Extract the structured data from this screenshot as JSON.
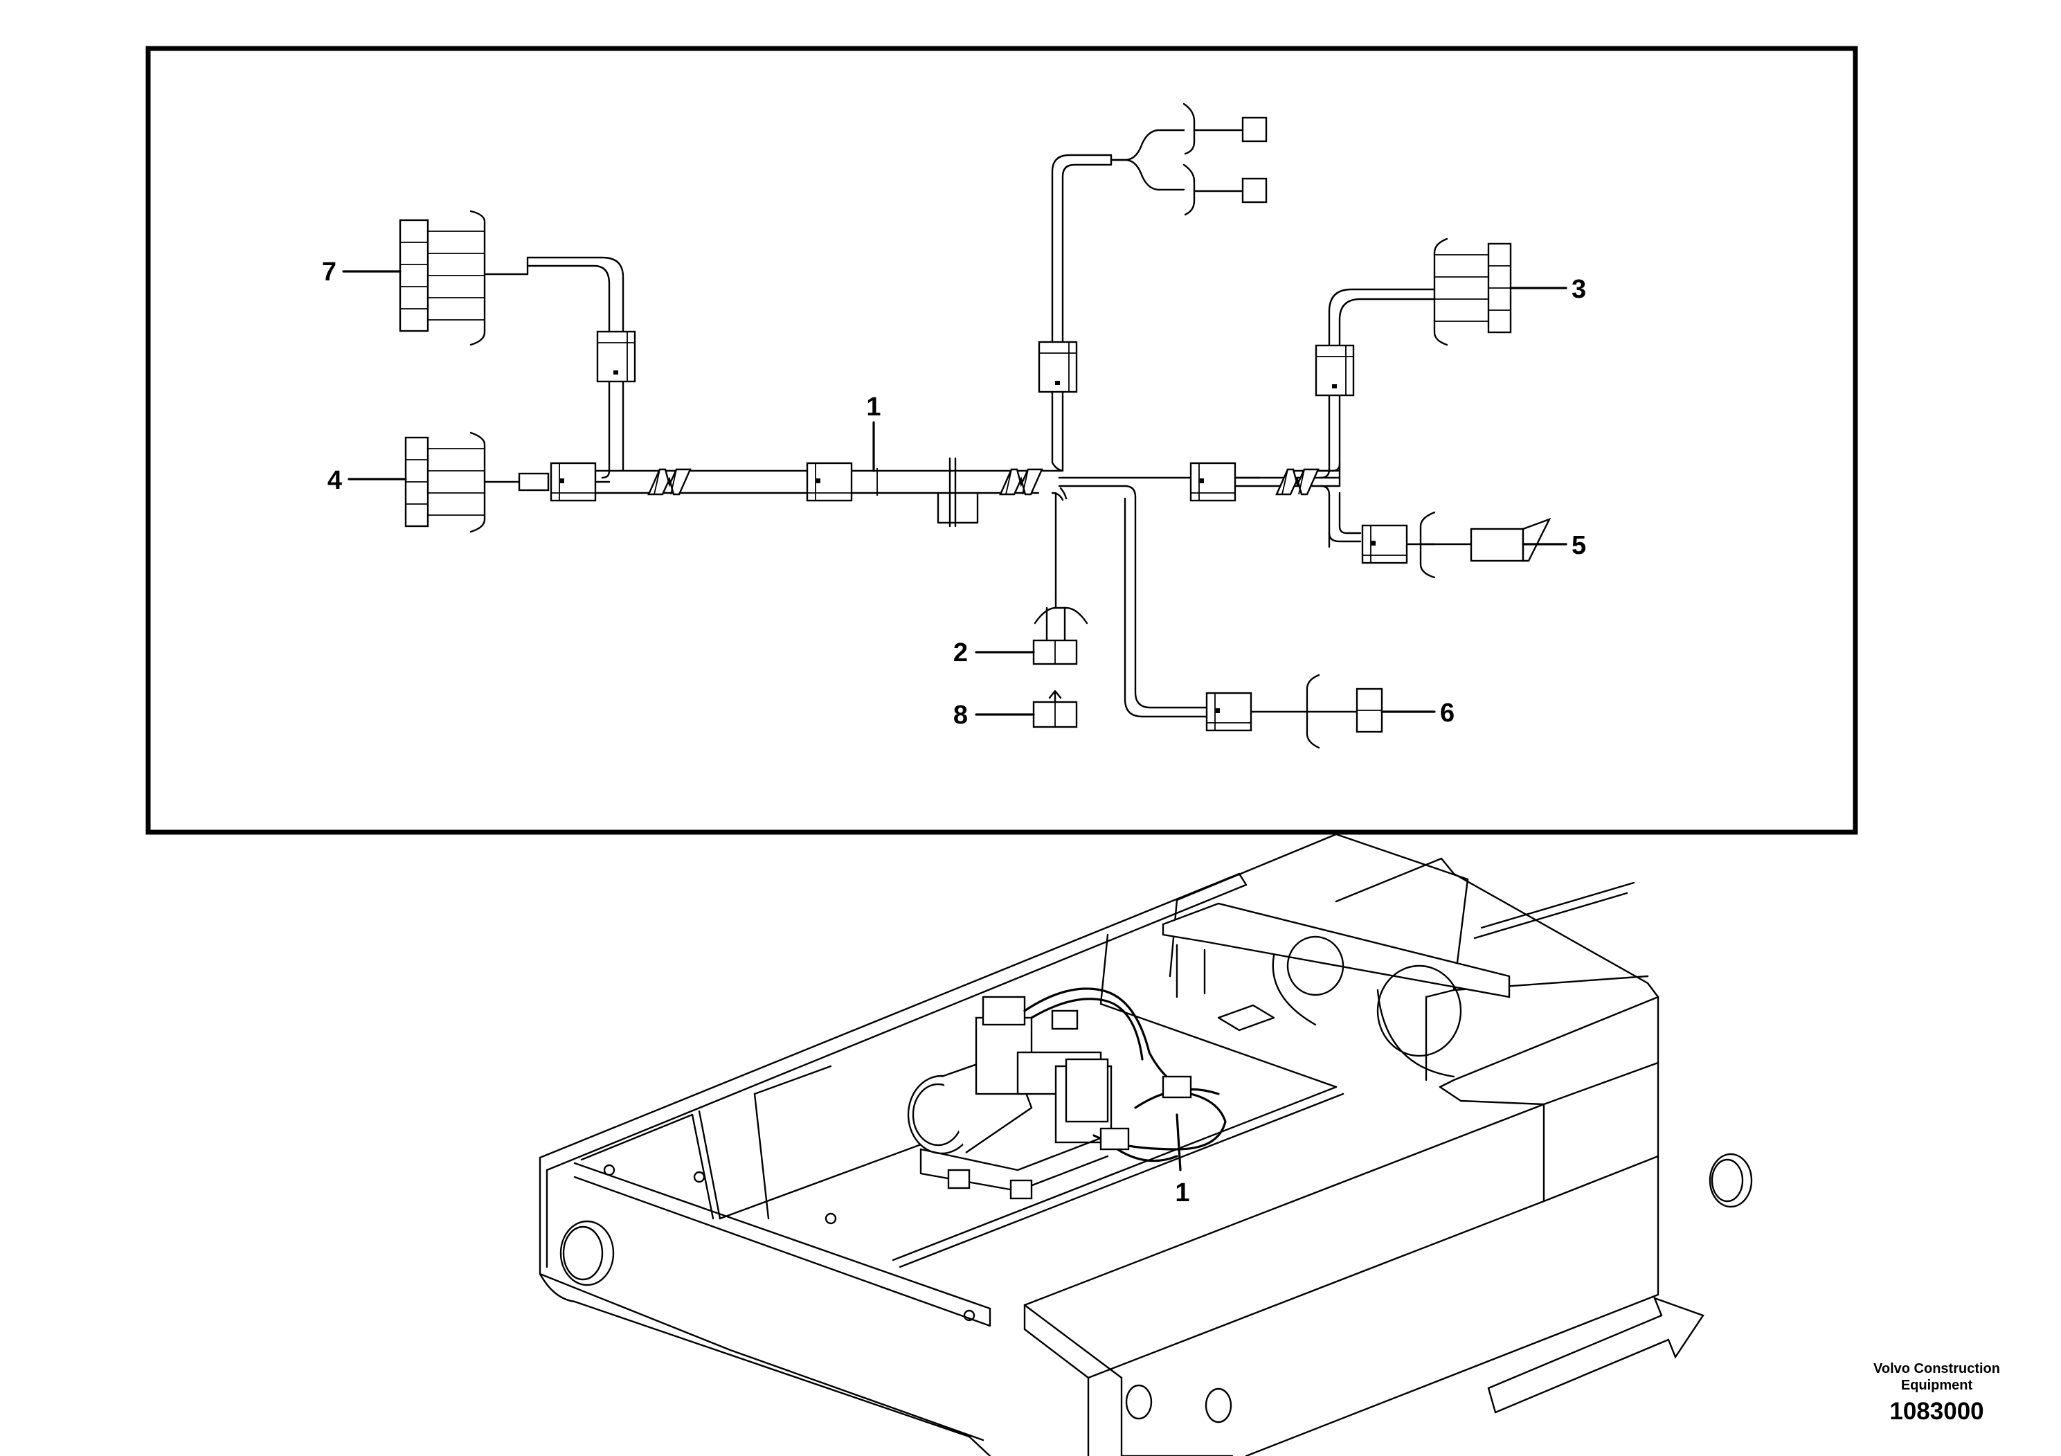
{
  "callouts": {
    "c1_top": "1",
    "c2": "2",
    "c3": "3",
    "c4": "4",
    "c5": "5",
    "c6": "6",
    "c7": "7",
    "c8": "8",
    "c1_bottom": "1"
  },
  "footer": {
    "brand_line1": "Volvo Construction",
    "brand_line2": "Equipment",
    "doc_number": "1083000"
  }
}
